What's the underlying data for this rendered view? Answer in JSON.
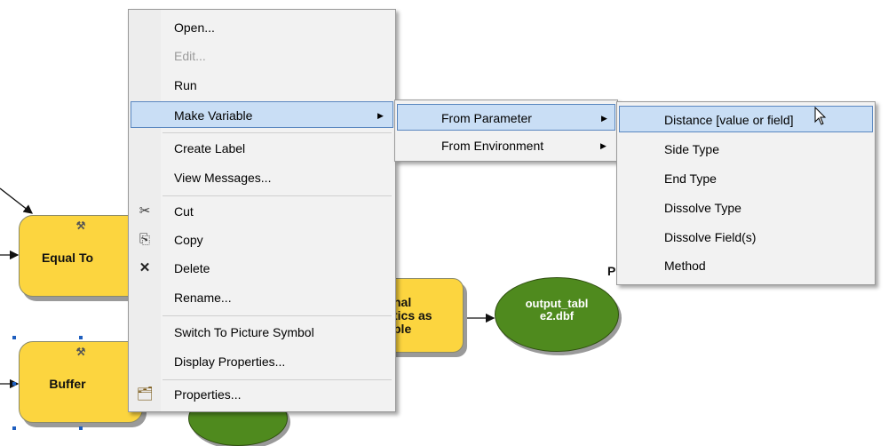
{
  "canvas": {
    "tools": [
      {
        "label": "Equal To"
      },
      {
        "label": "Buffer"
      },
      {
        "label": "nal\ntics as\nble"
      }
    ],
    "data": [
      {
        "label": "output_tabl\ne2.dbf"
      }
    ],
    "fragment_label": "P"
  },
  "context_menu": {
    "items": [
      {
        "label": "Open...",
        "icon": null,
        "enabled": true
      },
      {
        "label": "Edit...",
        "icon": null,
        "enabled": false
      },
      {
        "label": "Run",
        "icon": null,
        "enabled": true
      },
      {
        "label": "Make Variable",
        "icon": null,
        "enabled": true,
        "submenu": true,
        "highlighted": true
      },
      {
        "label": "Create Label",
        "icon": null,
        "enabled": true
      },
      {
        "label": "View Messages...",
        "icon": null,
        "enabled": true
      },
      {
        "label": "Cut",
        "icon": "scissors-icon",
        "enabled": true
      },
      {
        "label": "Copy",
        "icon": "copy-icon",
        "enabled": true
      },
      {
        "label": "Delete",
        "icon": "delete-x-icon",
        "enabled": true
      },
      {
        "label": "Rename...",
        "icon": null,
        "enabled": true
      },
      {
        "label": "Switch To Picture Symbol",
        "icon": null,
        "enabled": true
      },
      {
        "label": "Display Properties...",
        "icon": null,
        "enabled": true
      },
      {
        "label": "Properties...",
        "icon": "properties-icon",
        "enabled": true
      }
    ]
  },
  "make_variable_submenu": {
    "items": [
      {
        "label": "From Parameter",
        "submenu": true,
        "highlighted": true
      },
      {
        "label": "From Environment",
        "submenu": true
      }
    ]
  },
  "parameter_submenu": {
    "items": [
      {
        "label": "Distance [value or field]",
        "highlighted": true
      },
      {
        "label": "Side Type"
      },
      {
        "label": "End Type"
      },
      {
        "label": "Dissolve Type"
      },
      {
        "label": "Dissolve Field(s)"
      },
      {
        "label": "Method"
      }
    ]
  },
  "colors": {
    "tool_fill": "#fcd53f",
    "data_fill": "#4f8a1e",
    "highlight": "#c9def5",
    "highlight_border": "#5a87c0",
    "selection_handle": "#1f5fbf"
  }
}
